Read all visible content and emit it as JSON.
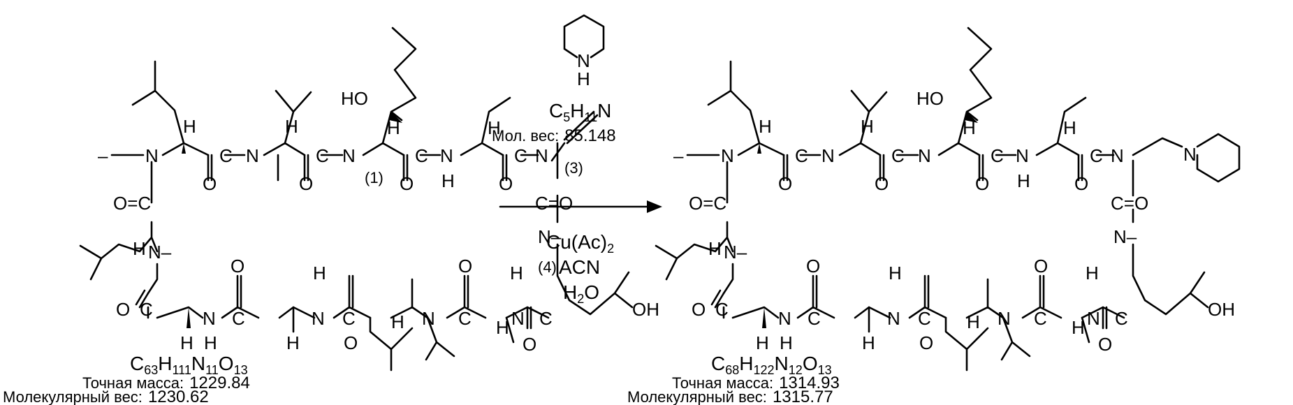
{
  "reactant": {
    "formula": {
      "c": "C",
      "c_sub": "63",
      "h": "H",
      "h_sub": "111",
      "n": "N",
      "n_sub": "11",
      "o": "O",
      "o_sub": "13"
    },
    "exact_mass_label": "Точная масса:",
    "exact_mass_value": "1229.84",
    "mol_weight_label": "Молекулярный вес:",
    "mol_weight_value": "1230.62",
    "positions": [
      "(1)",
      "(3)",
      "(4)"
    ]
  },
  "reagent": {
    "formula": {
      "c": "C",
      "c_sub": "5",
      "h": "H",
      "h_sub": "11",
      "n": "N"
    },
    "mol_weight_label": "Мол. вес:",
    "mol_weight_value": "85.148",
    "conditions": {
      "catalyst": "Cu(Ac)",
      "catalyst_sub": "2",
      "solvent": "ACN",
      "water": "H",
      "water_sub": "2",
      "water_end": "O"
    }
  },
  "product": {
    "formula": {
      "c": "C",
      "c_sub": "68",
      "h": "H",
      "h_sub": "122",
      "n": "N",
      "n_sub": "12",
      "o": "O",
      "o_sub": "13"
    },
    "exact_mass_label": "Точная масса:",
    "exact_mass_value": "1314.93",
    "mol_weight_label": "Молекулярный вес:",
    "mol_weight_value": "1315.77"
  },
  "atoms": {
    "n": "N",
    "h": "H",
    "o": "O",
    "c": "C",
    "ho": "HO",
    "oh": "OH",
    "ceqo": "C=O",
    "oeqc": "O=C",
    "neg": "N–"
  }
}
